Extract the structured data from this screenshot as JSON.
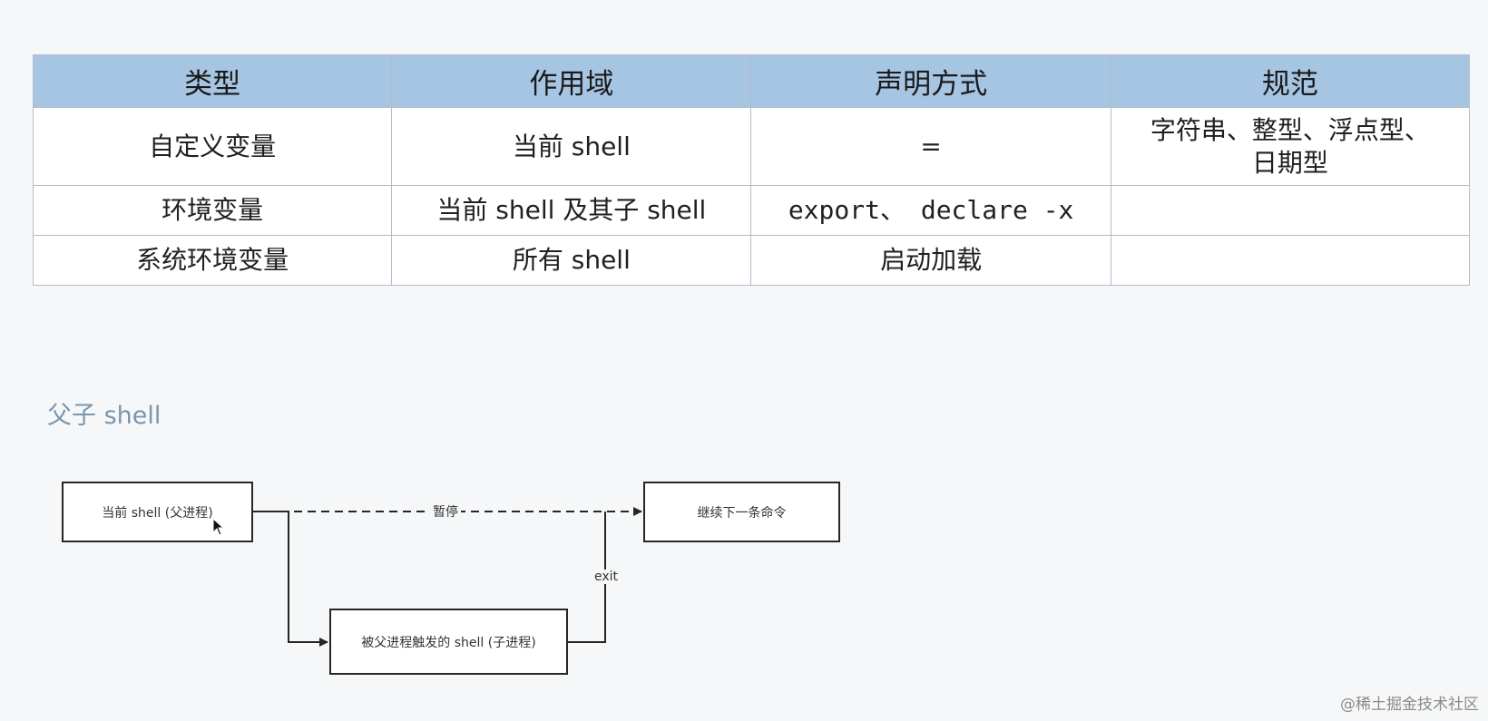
{
  "table": {
    "headers": [
      "类型",
      "作用域",
      "声明方式",
      "规范"
    ],
    "rows": [
      {
        "type": "自定义变量",
        "scope": "当前 shell",
        "declare": "=",
        "spec_line1": "字符串、整型、浮点型、",
        "spec_line2": "日期型"
      },
      {
        "type": "环境变量",
        "scope": "当前 shell 及其子 shell",
        "declare": "export、 declare -x",
        "spec_line1": "",
        "spec_line2": ""
      },
      {
        "type": "系统环境变量",
        "scope": "所有 shell",
        "declare": "启动加载",
        "spec_line1": "",
        "spec_line2": ""
      }
    ]
  },
  "section": {
    "heading": "父子 shell"
  },
  "diagram": {
    "parent_box": "当前 shell (父进程)",
    "continue_box": "继续下一条命令",
    "child_box": "被父进程触发的 shell (子进程)",
    "pause_label": "暂停",
    "exit_label": "exit"
  },
  "colors": {
    "header_bg": "#a6c5e3",
    "heading_color": "#7b95ad",
    "border": "#b4bcc8"
  },
  "watermark": "@稀土掘金技术社区"
}
